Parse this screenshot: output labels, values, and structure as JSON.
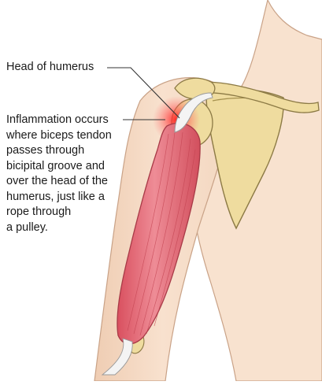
{
  "labels": {
    "head_of_humerus": "Head of humerus",
    "inflammation_lines": [
      "Inflammation occurs",
      "where biceps tendon",
      "passes through",
      "bicipital groove and",
      "over the head of the",
      "humerus, just like a",
      "rope through",
      "a pulley."
    ]
  },
  "colors": {
    "skin": "#f6dcc6",
    "skin_shadow": "#e9c4a8",
    "bone": "#efdc9f",
    "bone_outline": "#8c7a45",
    "muscle": "#e06f7c",
    "tendon": "#f2f2f2",
    "inflammation": "#ff3b3b",
    "leader_line": "#333333"
  }
}
